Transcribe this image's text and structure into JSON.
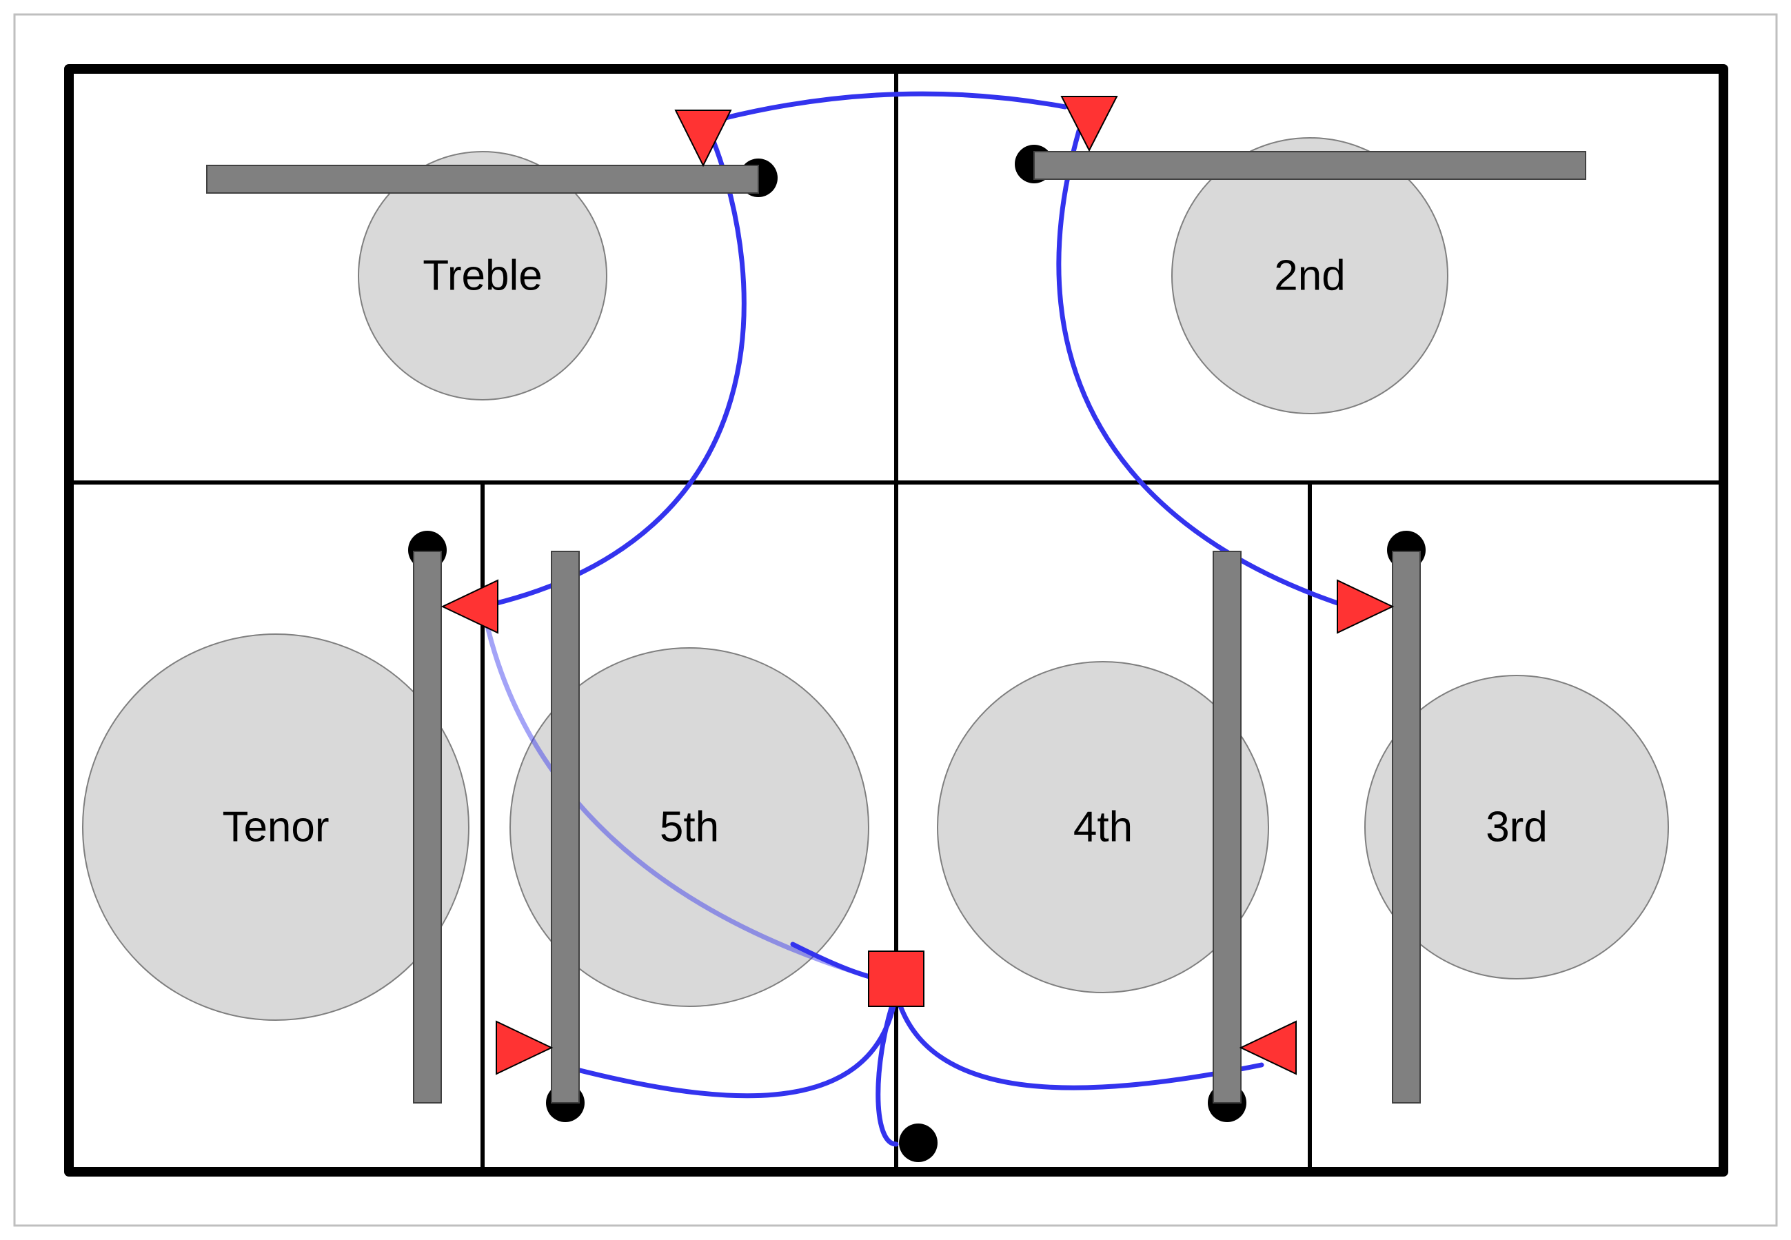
{
  "bells": [
    {
      "id": "treble",
      "label": "Treble"
    },
    {
      "id": "2nd",
      "label": "2nd"
    },
    {
      "id": "3rd",
      "label": "3rd"
    },
    {
      "id": "4th",
      "label": "4th"
    },
    {
      "id": "5th",
      "label": "5th"
    },
    {
      "id": "tenor",
      "label": "Tenor"
    }
  ],
  "colors": {
    "frame": "#000000",
    "bell_fill": "#d9d9d9",
    "bell_stroke": "#7f7f7f",
    "beam": "#808080",
    "rope_path": "#3333ee",
    "marker": "#ff3333",
    "pivot": "#000000"
  }
}
